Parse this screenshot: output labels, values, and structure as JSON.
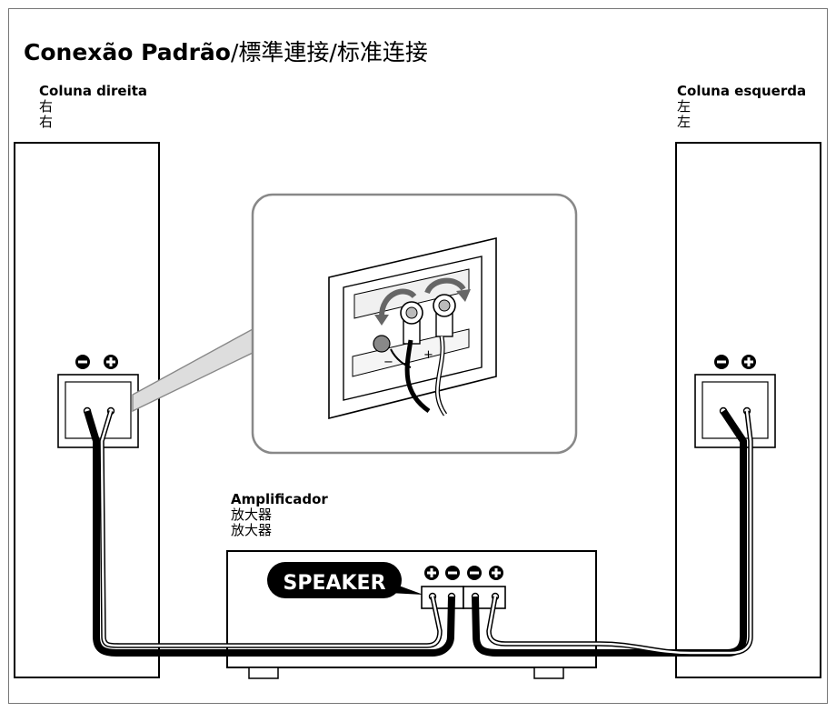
{
  "title": {
    "portuguese": "Conexão Padrão",
    "traditional": "標準連接",
    "simplified": "标准连接",
    "separator": "/"
  },
  "right_speaker": {
    "label_pt": "Coluna direita",
    "label_zh_trad": "右",
    "label_zh_simp": "右"
  },
  "left_speaker": {
    "label_pt": "Coluna esquerda",
    "label_zh_trad": "左",
    "label_zh_simp": "左"
  },
  "amplifier": {
    "label_pt": "Amplificador",
    "label_zh_trad": "放大器",
    "label_zh_simp": "放大器",
    "speaker_label": "SPEAKER"
  },
  "inset": {
    "minus_mark": "−",
    "plus_mark": "+"
  },
  "colors": {
    "line": "#000000",
    "frame_border": "#777777",
    "inset_border": "#888888",
    "inset_fill": "#ffffff"
  }
}
